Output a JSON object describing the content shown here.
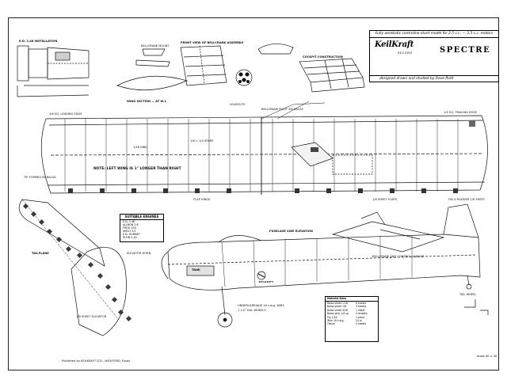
{
  "sheet": {
    "title_banner": "Fully aerobatic controline stunt model for 2.5 c.c. — 3.5 c.c. motors",
    "brand": "KeilKraft",
    "series": "RECORD",
    "model_name": "SPECTRE",
    "credit": "designed drawn and studied by Dave Platt",
    "scale_note": "Scale 40 × 30",
    "publisher": "Published by KEILKRAFT LTD., WICKFORD, Essex"
  },
  "labels": {
    "engine_install": "E.D. 2.46 INSTALLATION",
    "wing_front_view": "FRONT VIEW OF BELLCRANK ASSEMBLY",
    "bellcrank_mount": "BELLCRANK MOUNT",
    "cockpit": "COCKPIT CONSTRUCTION",
    "wing_section": "WING SECTION — AT W.1",
    "bellcrank_pivot": "BELLCRANK PIVOT 3/8 BALSA",
    "leadouts": "LEADOUTS",
    "trailing_edge": "1/4 SQ. TRAILING EDGE",
    "leading_edge": "3/8 SQ. LEADING EDGE",
    "tip": "TIP FORMED BY BALSA",
    "wing_note": "NOTE: LEFT WING IS 1\" LONGER THAN RIGHT",
    "spars": "1/8 × 1/4 SPARS",
    "ribs": "1/16 RIBS",
    "flap_hinge": "FLAP HINGE",
    "flaps": "1/8 SHEET FLAPS",
    "tailplane": "TAILPLANE",
    "elevator": "1/8 SHEET ELEVATOR",
    "elevator_horn": "ELEVATOR HORN",
    "fuselage_side": "FUSELAGE SIDE ELEVATION",
    "fin": "FIN & RUDDER 1/8 SHEET",
    "undercarriage": "UNDERCARRIAGE 16 s.w.g. WIRE",
    "wheels": "1 1/2\" DIA. WHEELS",
    "tank": "TANK",
    "control_linkage": "BELLCRANK AND CONTROL LINKAGE",
    "tailwheel": "TAIL WHEEL"
  },
  "engines": {
    "heading": "SUITABLE ENGINES",
    "items": [
      "E.D. 2.46",
      "ALLBON 2.8",
      "FROG 250",
      "AMCO 3.5",
      "E.D. HORNET",
      "ELFIN 2.49"
    ]
  },
  "materials": {
    "heading": "Material Data",
    "rows": [
      [
        "Balsa sheet 1/16",
        "6 sheets"
      ],
      [
        "Balsa sheet 1/8",
        "3 sheets"
      ],
      [
        "Balsa sheet 3/16",
        "1 sheet"
      ],
      [
        "Balsa strip 1/4 sq",
        "4 lengths"
      ],
      [
        "Ply 1/16",
        "1 piece"
      ],
      [
        "Wire 16 s.w.g.",
        "24 in"
      ],
      [
        "Tissue",
        "4 sheets"
      ]
    ]
  },
  "badge": "KEILKRAFT",
  "colors": {
    "ink": "#000000",
    "paper": "#ffffff"
  }
}
